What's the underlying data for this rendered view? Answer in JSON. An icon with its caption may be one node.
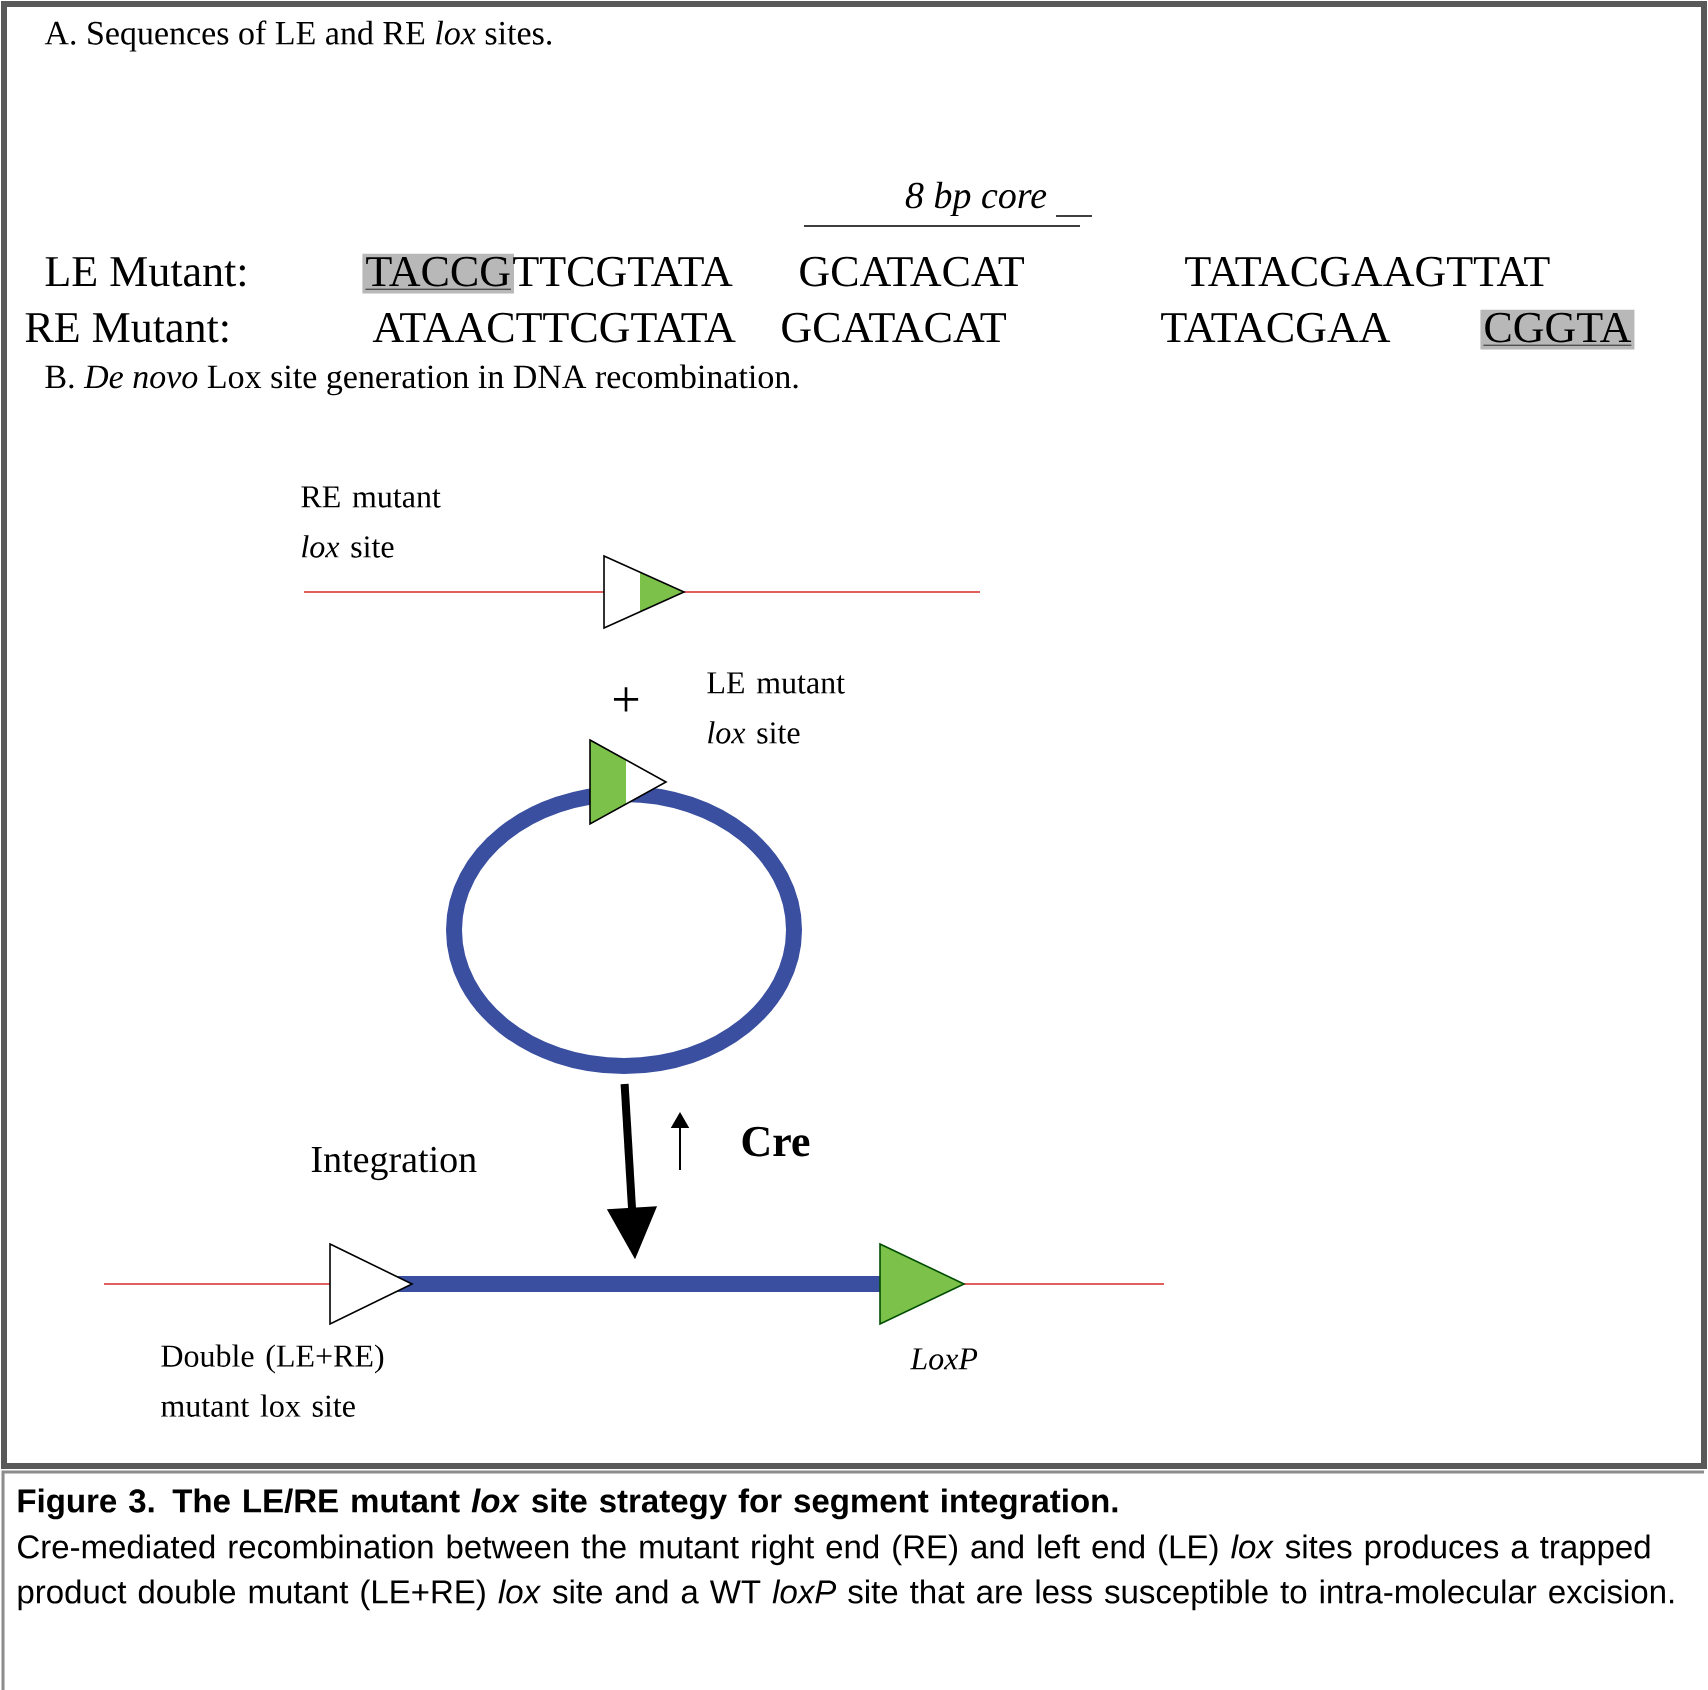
{
  "diagram": {
    "title": "Figure 3. The LE/RE mutant *lox* site strategy for segment integration.",
    "caption": "Cre-mediated recombination between the mutant right end (RE) and left end (LE) *lox* sites produces a trapped product double mutant (LE+RE) *lox* site and a WT *loxP* site that are less susceptible to intra-molecular excision.",
    "nodes": [
      {
        "text": [],
        "shape": "circle"
      },
      {
        "text": [],
        "shape": "bar"
      }
    ],
    "edges": [
      {
        "from": 0,
        "to": 1,
        "arrow": "to"
      }
    ],
    "labels": [
      "A. Sequences of LE and RE *lox* sites.",
      "8 bp core",
      "LE Mutant:",
      "TACCG",
      "TTCGTATA",
      "GCATACAT",
      "TATACGAAGTTAT",
      "RE Mutant:",
      "ATAACTTCGTATA",
      "GCATACAT",
      "TATACGAA",
      "CGGTA",
      "B. *De novo* Lox site generation in DNA recombination.",
      "RE mutant *lox* site",
      "+",
      "LE mutant *lox* site",
      "Integration",
      "Cre",
      "Double (LE+RE) mutant lox site",
      "LoxP"
    ]
  }
}
